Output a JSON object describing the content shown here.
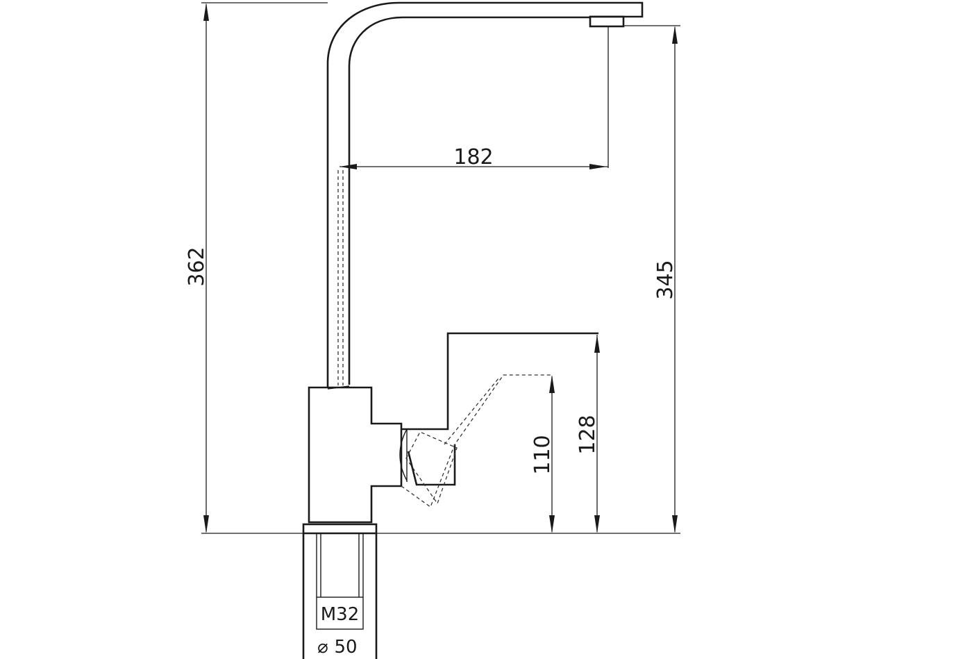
{
  "drawing": {
    "dimensions": {
      "total_height": "362",
      "spout_height": "345",
      "spout_reach": "182",
      "handle_height_lifted": "128",
      "handle_height_rest": "110"
    },
    "mount": {
      "thread": "M32",
      "diameter_symbol": "⌀",
      "diameter_value": "50"
    }
  }
}
